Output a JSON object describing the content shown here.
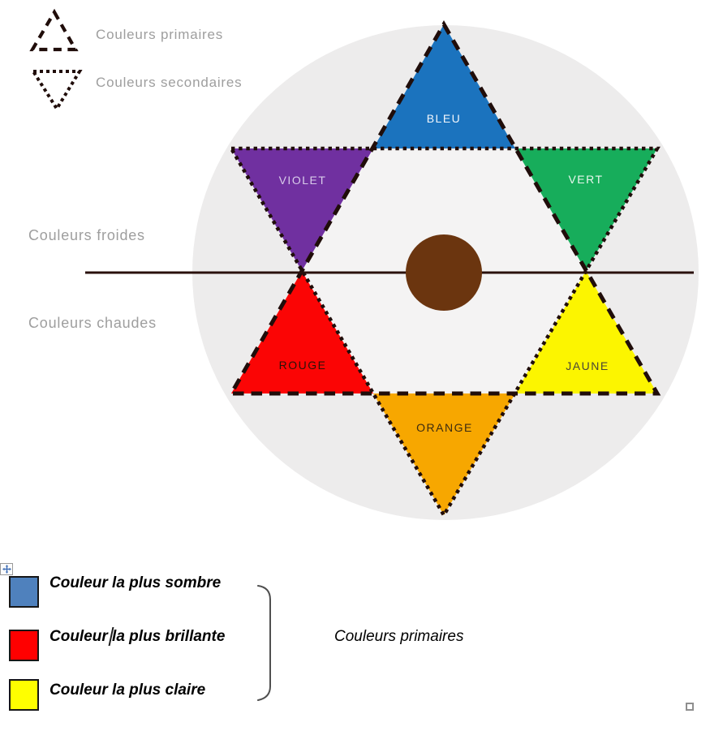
{
  "legend": {
    "primary_label": "Couleurs primaires",
    "secondary_label": "Couleurs secondaires",
    "stroke_color": "#200D0A"
  },
  "axis": {
    "cold_label": "Couleurs froides",
    "warm_label": "Couleurs chaudes",
    "line_color": "#2A100C",
    "label_color": "#9E9E9E"
  },
  "wheel": {
    "background_color": "#EDECEC",
    "inner_color": "#F4F3F3",
    "outline_color": "#200D0A",
    "center_circle_color": "#6B350F",
    "triangles": [
      {
        "id": "bleu",
        "label": "BLEU",
        "type": "primaire",
        "color": "#1B73BE",
        "label_color": "#F2F6FB"
      },
      {
        "id": "violet",
        "label": "VIOLET",
        "type": "secondaire",
        "color": "#7030A0",
        "label_color": "#D9CCEA"
      },
      {
        "id": "vert",
        "label": "VERT",
        "type": "secondaire",
        "color": "#17AD5B",
        "label_color": "#E8F7EE"
      },
      {
        "id": "rouge",
        "label": "ROUGE",
        "type": "primaire",
        "color": "#FB0505",
        "label_color": "#2B1208"
      },
      {
        "id": "jaune",
        "label": "JAUNE",
        "type": "primaire",
        "color": "#FCF500",
        "label_color": "#4A4636"
      },
      {
        "id": "orange",
        "label": "ORANGE",
        "type": "secondaire",
        "color": "#F7A700",
        "label_color": "#3C2B10"
      }
    ]
  },
  "swatch_legend": {
    "items": [
      {
        "label": "Couleur la plus sombre",
        "color": "#4F81BD"
      },
      {
        "label": "Couleur la plus brillante",
        "color": "#FF0000"
      },
      {
        "label": "Couleur la plus claire",
        "color": "#FFFF00"
      }
    ],
    "group_label": "Couleurs primaires"
  },
  "icons": {
    "move_handle": "four-way-arrow-move-icon",
    "resize_handle": "resize-square-icon",
    "text_caret": "text-cursor"
  }
}
